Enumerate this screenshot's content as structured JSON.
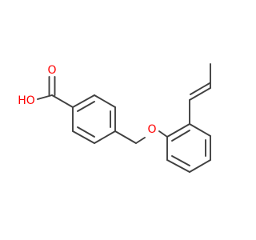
{
  "molecule": {
    "colors": {
      "bond": "#404040",
      "heteroatom": "#ff0000",
      "background": "#ffffff"
    },
    "labels": {
      "carbonyl_oxygen": "O",
      "hydroxyl": "HO",
      "ether_oxygen": "O"
    }
  }
}
